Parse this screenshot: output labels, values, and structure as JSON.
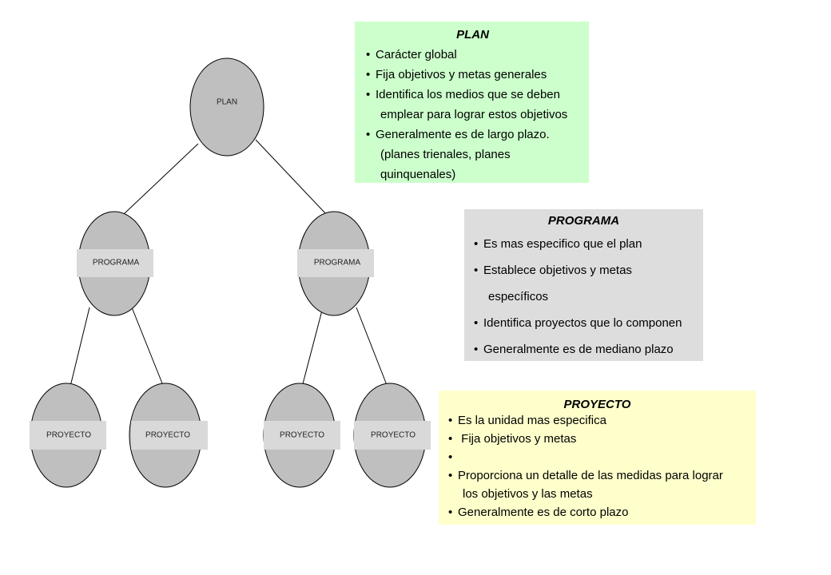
{
  "colors": {
    "node_fill": "#bfbfbf",
    "node_stroke": "#000000",
    "label_band": "#d9d9d9",
    "plan_panel": "#ccffcc",
    "programa_panel": "#dddddd",
    "proyecto_panel": "#ffffcc"
  },
  "tree": {
    "root": {
      "label": "PLAN"
    },
    "programas": [
      {
        "label": "PROGRAMA"
      },
      {
        "label": "PROGRAMA"
      }
    ],
    "proyectos": [
      {
        "label": "PROYECTO"
      },
      {
        "label": "PROYECTO"
      },
      {
        "label": "PROYECTO"
      },
      {
        "label": "PROYECTO"
      }
    ]
  },
  "panels": {
    "plan": {
      "title": "PLAN",
      "items": [
        {
          "text": "Carácter global"
        },
        {
          "text": "Fija objetivos y metas generales"
        },
        {
          "text": "Identifica los medios que se deben",
          "cont": "emplear para lograr estos objetivos"
        },
        {
          "text": "Generalmente es de largo plazo.",
          "cont": "(planes trienales, planes",
          "cont2": "quinquenales)"
        }
      ]
    },
    "programa": {
      "title": "PROGRAMA",
      "items": [
        {
          "text": "Es mas especifico que el plan"
        },
        {
          "text": "Establece objetivos y metas",
          "cont": "específicos"
        },
        {
          "text": "Identifica proyectos que lo componen"
        },
        {
          "text": "Generalmente es de mediano plazo"
        }
      ]
    },
    "proyecto": {
      "title": "PROYECTO",
      "items": [
        {
          "text": "Es la unidad mas especifica"
        },
        {
          "text": " Fija objetivos y metas"
        },
        {
          "text": ""
        },
        {
          "text": "Proporciona un detalle de las medidas para lograr",
          "cont": "los objetivos y las metas"
        },
        {
          "text": "Generalmente es de corto plazo"
        }
      ]
    }
  }
}
